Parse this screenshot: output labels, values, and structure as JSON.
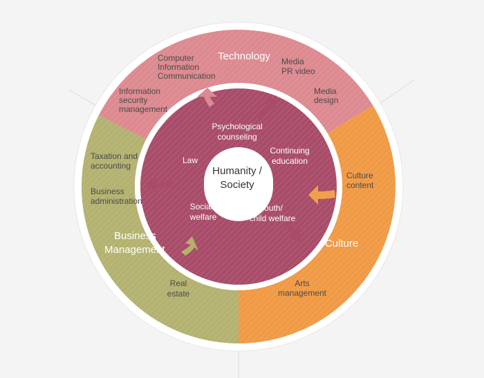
{
  "center": {
    "line1": "Humanity /",
    "line2": "Society"
  },
  "inner_ring": {
    "psychological": [
      "Psychological",
      "counseling"
    ],
    "continuing": [
      "Continuing",
      "education"
    ],
    "law": "Law",
    "social": [
      "Social",
      "welfare"
    ],
    "youth": [
      "Youth/",
      "child welfare"
    ]
  },
  "segments": {
    "technology": {
      "title": "Technology",
      "items": {
        "computer": [
          "Computer",
          "Information",
          "Communication"
        ],
        "media_pr": [
          "Media",
          "PR video"
        ],
        "info_security": [
          "Information",
          "security",
          "management"
        ],
        "media_design": [
          "Media",
          "design"
        ]
      }
    },
    "business": {
      "title": [
        "Business",
        "Management"
      ],
      "items": {
        "taxation": [
          "Taxation and",
          "accounting"
        ],
        "business_admin": [
          "Business",
          "administration"
        ],
        "real_estate": [
          "Real",
          "estate"
        ]
      }
    },
    "culture": {
      "title": "Culture",
      "items": {
        "culture_content": [
          "Culture",
          "content"
        ],
        "arts": [
          "Arts",
          "management"
        ]
      }
    }
  },
  "colors": {
    "technology": "#dc8a90",
    "business": "#b4b270",
    "culture": "#f09a45",
    "inner": "#a84c69",
    "arrow_tech": "#d98a92",
    "arrow_business": "#b5b06a",
    "arrow_culture": "#f0a04a",
    "arrow_inner": "#a84c69"
  }
}
